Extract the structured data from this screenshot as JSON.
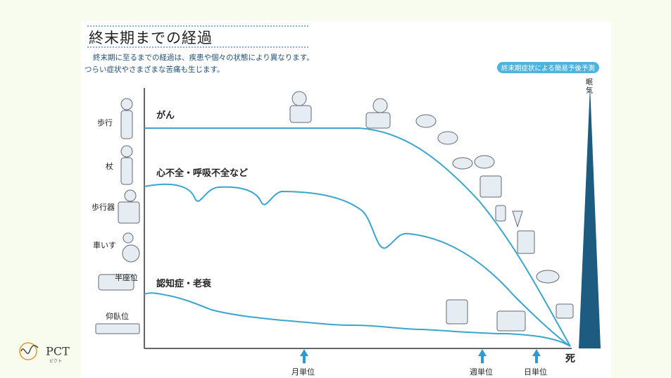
{
  "title": "終末期までの経過",
  "subtitle_line1": "終末期に至るまでの経過は、疾患や個々の状態により異なります。",
  "subtitle_line2": "つらい症状やさまざまな苦痛も生じます。",
  "badge": "終末期症状による簡易予後予測",
  "sleepiness_label": "眠気",
  "y_levels": [
    "歩行",
    "杖",
    "歩行器",
    "車いす",
    "半座位",
    "仰臥位"
  ],
  "x_markers": [
    "月単位",
    "週単位",
    "日単位"
  ],
  "death_label": "死",
  "curves": [
    {
      "label": "がん",
      "color": "#3aa6d0"
    },
    {
      "label": "心不全・呼吸不全など",
      "color": "#3aa6d0"
    },
    {
      "label": "認知症・老衰",
      "color": "#3aa6d0"
    }
  ],
  "logo": {
    "name": "PCT",
    "sub": "ピクト"
  }
}
